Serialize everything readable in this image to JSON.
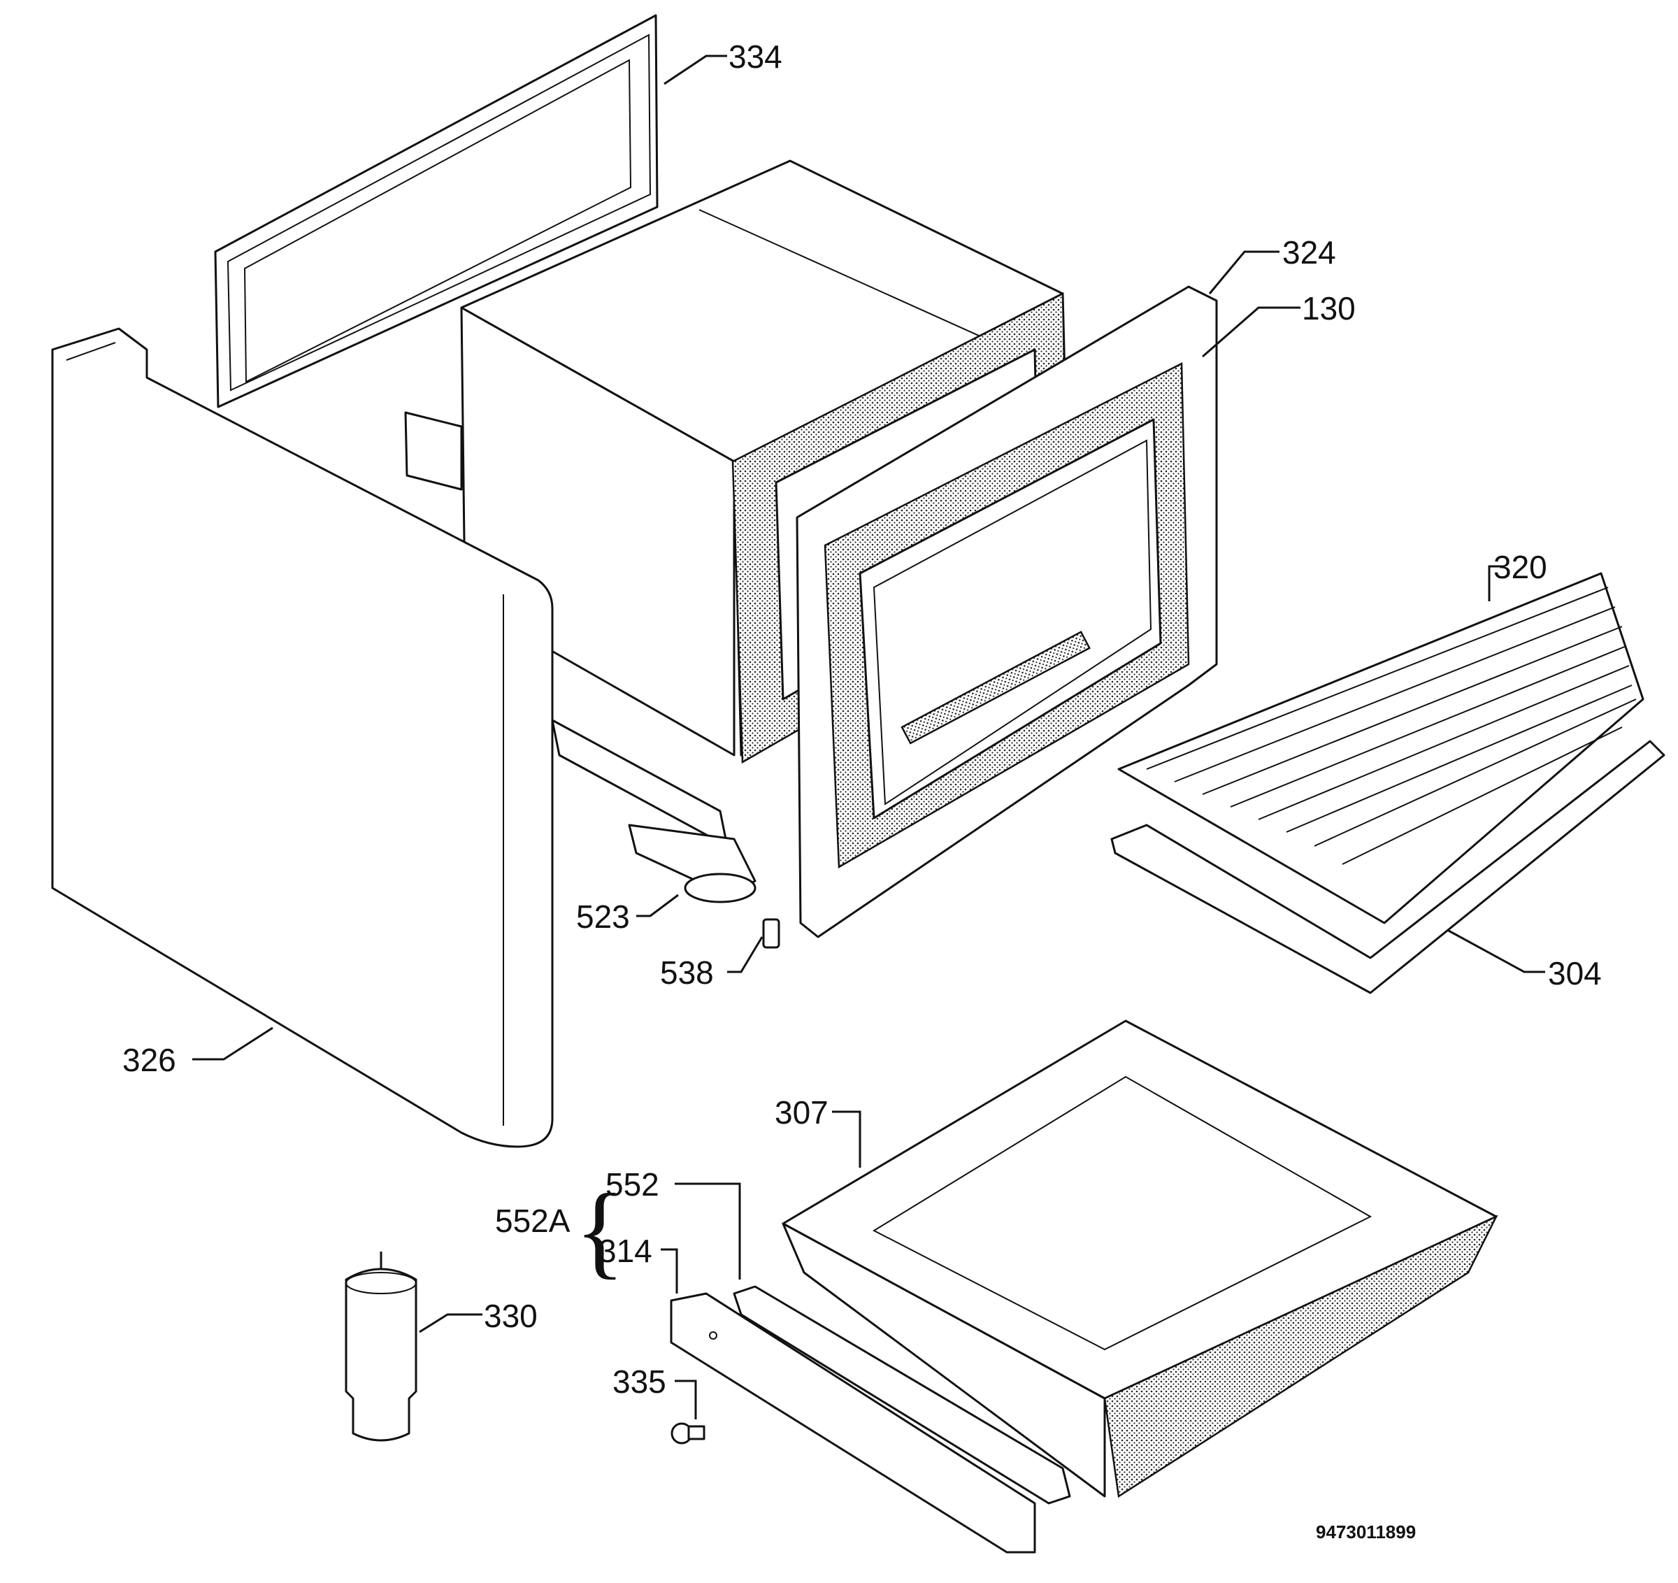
{
  "labels": {
    "l334": "334",
    "l324": "324",
    "l130": "130",
    "l320": "320",
    "l304": "304",
    "l523": "523",
    "l538": "538",
    "l326": "326",
    "l307": "307",
    "l552": "552",
    "l552a": "552A",
    "l314": "314",
    "l330": "330",
    "l335": "335"
  },
  "drawing_number": "9473011899"
}
